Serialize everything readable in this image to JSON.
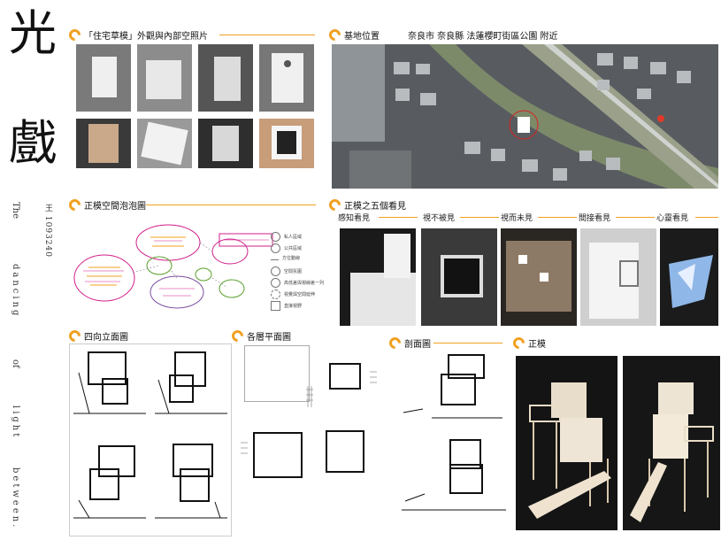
{
  "poster": {
    "title_chars": [
      "光",
      "戲"
    ],
    "author": "王 1093240",
    "subtitle_words": [
      "The",
      "dancing",
      "of",
      "light",
      "between."
    ]
  },
  "sections": {
    "sketch_models": "「住宅草模」外觀與內部空照片",
    "site": "基地位置",
    "site_address": "奈良市 奈良縣 法蓮櫻町街區公園 附近",
    "bubble": "正模空間泡泡圖",
    "five_views": "正模之五個看見",
    "elevations": "四向立面圖",
    "plans": "各層平面圖",
    "sections_dwg": "剖面圖",
    "final_model": "正模"
  },
  "five_views": [
    "感知看見",
    "視不被見",
    "視而未見",
    "間接看見",
    "心靈看見"
  ],
  "bubble_legend": [
    "私人區域",
    "公共區域",
    "方位動線",
    "空間氛圍",
    "高低差與視線差一列",
    "視覺與空間延伸",
    "直接視野"
  ],
  "colors": {
    "accent": "#f0a020",
    "magenta": "#d21f8a",
    "green": "#5aa02c",
    "purple": "#7a4ea0"
  }
}
